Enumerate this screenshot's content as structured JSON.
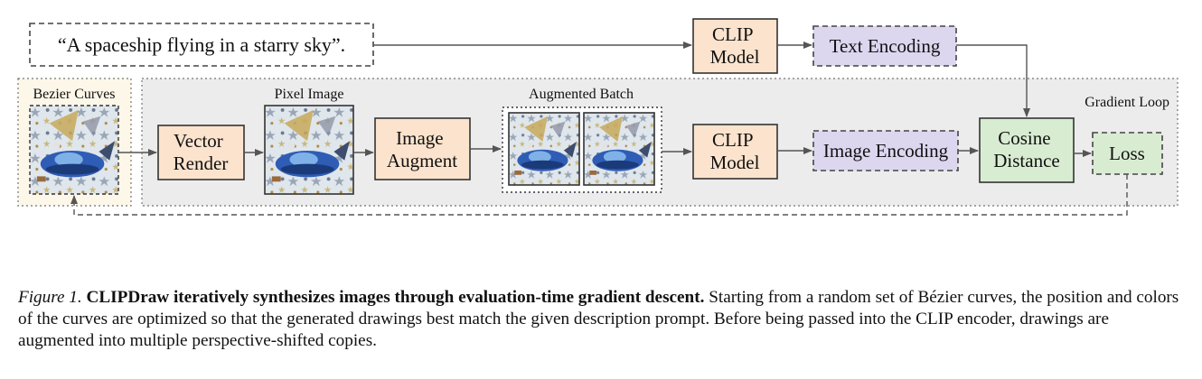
{
  "prompt": "“A spaceship flying in a starry sky”.",
  "labels": {
    "bezier_curves": "Bezier Curves",
    "pixel_image": "Pixel Image",
    "augmented_batch": "Augmented Batch",
    "gradient_loop": "Gradient Loop"
  },
  "boxes": {
    "clip_model_top": [
      "CLIP",
      "Model"
    ],
    "text_encoding": "Text Encoding",
    "vector_render": [
      "Vector",
      "Render"
    ],
    "image_augment": [
      "Image",
      "Augment"
    ],
    "clip_model_bottom": [
      "CLIP",
      "Model"
    ],
    "image_encoding": "Image Encoding",
    "cosine_distance": [
      "Cosine",
      "Distance"
    ],
    "loss": "Loss"
  },
  "colors": {
    "model_fill": "#fbe3cd",
    "encoding_fill": "#ddd6ef",
    "distance_fill": "#d8ecd2",
    "loop_bg": "#ececec",
    "curves_bg": "#fdf7e9"
  },
  "caption": {
    "label": "Figure 1.",
    "title": "CLIPDraw iteratively synthesizes images through evaluation-time gradient descent.",
    "body": "Starting from a random set of Bézier curves, the position and colors of the curves are optimized so that the generated drawings best match the given description prompt. Before being passed into the CLIP encoder, drawings are augmented into multiple perspective-shifted copies."
  }
}
